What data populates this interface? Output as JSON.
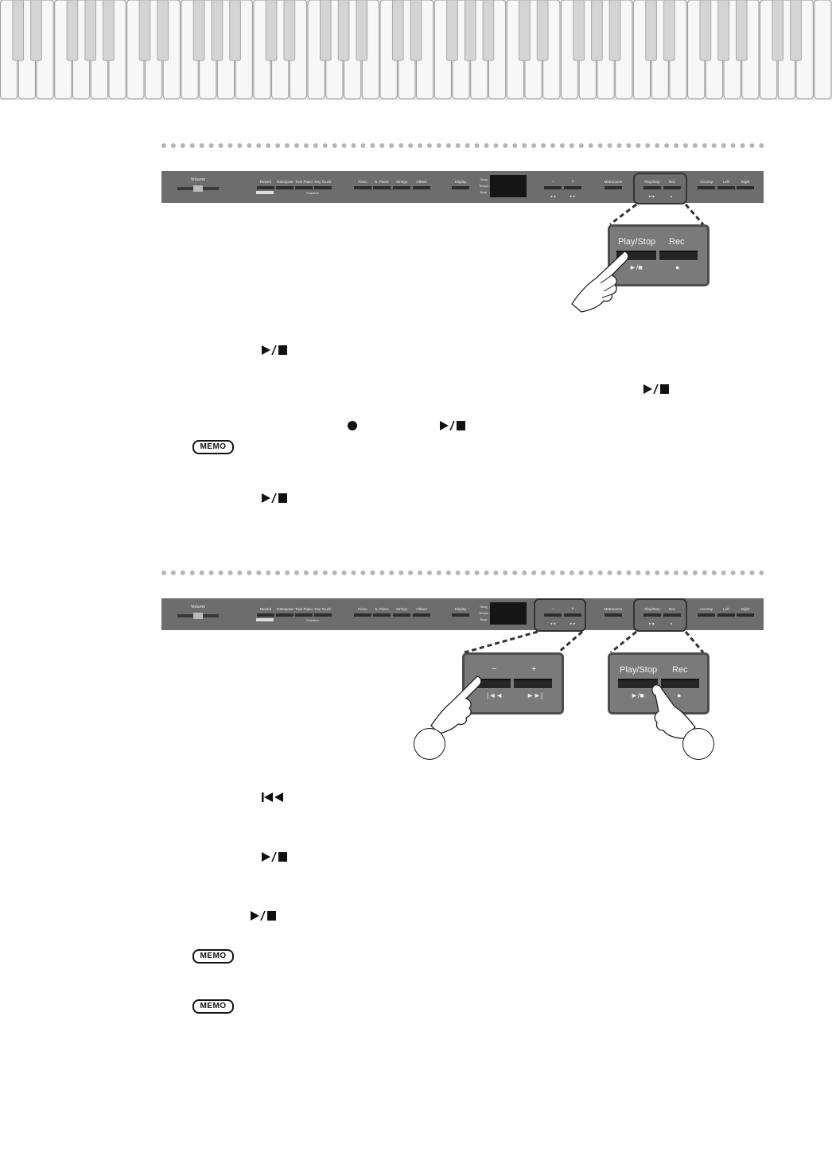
{
  "panel": {
    "volume_label": "Volume",
    "buttons": [
      "Reverb",
      "Transpose",
      "Twin Piano",
      "Key Touch",
      "Piano",
      "E. Piano",
      "Strings",
      "Others",
      "Display",
      "Metronome",
      "Play/Stop",
      "Rec",
      "Accomp",
      "Left",
      "Right"
    ],
    "function_label": "Function",
    "display_labels": [
      "Song",
      "Tempo",
      "Beat"
    ],
    "minus_plus": [
      "−",
      "+"
    ]
  },
  "zoom_top": {
    "play_stop": "Play/Stop",
    "rec": "Rec"
  },
  "zoom_bottom_left": {
    "minus": "−",
    "plus": "+"
  },
  "zoom_bottom_right": {
    "play_stop": "Play/Stop",
    "rec": "Rec"
  },
  "memo_label": "MEMO",
  "colors": {
    "panel": "#6d6d6d",
    "zoom": "#7a7a7a",
    "dots": "#b5b5b5"
  }
}
